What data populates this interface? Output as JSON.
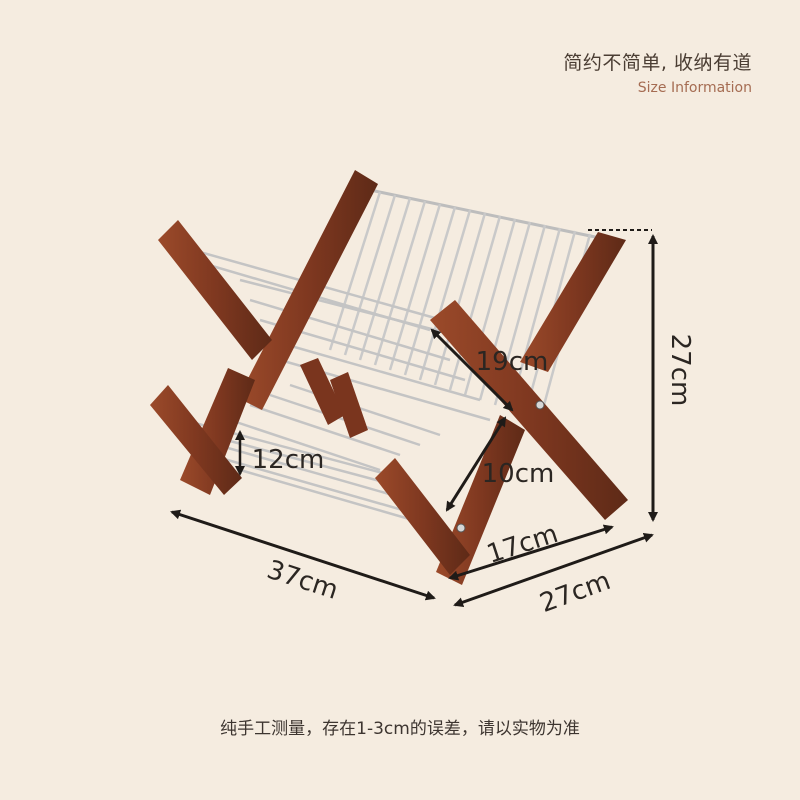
{
  "header": {
    "title": "简约不简单, 收纳有道",
    "subtitle": "Size Information"
  },
  "dimensions": {
    "width_37": "37cm",
    "depth_27": "27cm",
    "height_27": "27cm",
    "depth_17": "17cm",
    "plate_19": "19cm",
    "bottom_10": "10cm",
    "bottom_12": "12cm"
  },
  "footer": {
    "note": "纯手工测量，存在1-3cm的误差，请以实物为准"
  },
  "colors": {
    "background": "#f5ece0",
    "wood": "#8a3f24",
    "wood_dark": "#5e2a17",
    "wire": "#c8c8c8",
    "arrow": "#1f1b18"
  }
}
